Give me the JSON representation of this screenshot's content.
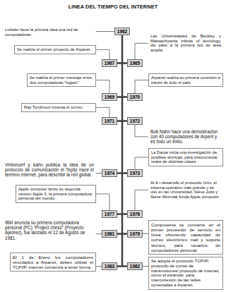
{
  "diagram": {
    "title": "LINEA DEL TIEMPO DEL INTERNET",
    "nodes": [
      {
        "text": [
          "Lickider tiene la primera idea una red de computadoras."
        ]
      },
      {
        "text": [
          "1962"
        ]
      },
      {
        "text": [
          "Las Universidades de Beckley y Massachusetts intitute of tecnology, dio paso a la primera red de área amplia."
        ]
      },
      {
        "text": [
          "Se realiza el primer proyecto de Arpanet."
        ]
      },
      {
        "text": [
          "1967"
        ]
      },
      {
        "text": [
          "1965"
        ]
      },
      {
        "text": [
          "Se realiza el primer mensaje entre dos computadoras \"logwin\"."
        ]
      },
      {
        "text": [
          "Arpanet realiza su primera conexión a través de todo el país."
        ]
      },
      {
        "text": [
          "1969"
        ]
      },
      {
        "text": [
          "1970"
        ]
      },
      {
        "text": [
          "Ray Tomlinson inventa el correo."
        ]
      },
      {
        "text": [
          "1971"
        ]
      },
      {
        "text": [
          "1972"
        ]
      },
      {
        "text": [
          "Bob Nahn hace una demostración con 40 computadores de Arpent y es todo un éxito."
        ]
      },
      {
        "text": [
          "La Darpa inicia una investigación de posibles técnicas, para interconectar redes de distintas clases."
        ]
      },
      {
        "text": [
          "Vintoncerf y kahn publica la idea de un protocolo de comunicación el Teplip nace el termino internet, para describir la red global."
        ]
      },
      {
        "text": [
          "1974"
        ]
      },
      {
        "text": [
          "1973"
        ]
      },
      {
        "text": [
          "At & t desarrollo el protocolo Unix, el sistema operativo más grande y se usó en las Universidad. Steve Jobs y Steve Wozniak funda Apple computer."
        ]
      },
      {
        "text": [
          "Apple computer lanzo su segunda versión Apple II, la primera computadora personal del mundo."
        ]
      },
      {
        "text": [
          "1977"
        ]
      },
      {
        "text": [
          "1976"
        ]
      },
      {
        "text": [
          "IBM anuncia su primera computadora personal (PC) \"Project chess\" (Proyecto Ajedrez), fue lanzado el 12 de Agosto de 1981."
        ]
      },
      {
        "text": [
          "Compuserve se convierte en el primer proveedor de servicio en línea ofreciendo capacidad de correo electrónico mail y soporte técnico, para usuarios de computadores personal."
        ]
      },
      {
        "text": [
          "1981"
        ]
      },
      {
        "text": [
          "1979"
        ]
      },
      {
        "text": [
          "El 1 de Enero los computadores vinculados a Arpanet, deben utilizar el TCP/IP, internet comienza a tener forma."
        ]
      },
      {
        "text": [
          "Se adopta el protocolo TCP/IP, protocolo de correo de transmisiones/ protocolo de internet, como el estándar, para interconexión de las redes conectadas a Arpanet."
        ]
      },
      {
        "text": [
          "1983"
        ]
      },
      {
        "text": [
          "1982"
        ]
      }
    ],
    "edges": [
      {
        "from": 0,
        "to": 1,
        "arrow": "none"
      },
      {
        "from": 2,
        "to": 5,
        "arrow": "none"
      },
      {
        "from": 3,
        "to": 4,
        "arrow": "none"
      },
      {
        "from": 6,
        "to": 8,
        "arrow": "none"
      },
      {
        "from": 7,
        "to": 9,
        "arrow": "none"
      },
      {
        "from": 10,
        "to": 11,
        "arrow": "none"
      },
      {
        "from": 13,
        "to": 12,
        "arrow": "none"
      },
      {
        "from": 14,
        "to": 17,
        "arrow": "none"
      },
      {
        "from": 15,
        "to": 16,
        "arrow": "none"
      },
      {
        "from": 18,
        "to": 21,
        "arrow": "none"
      },
      {
        "from": 19,
        "to": 20,
        "arrow": "none"
      },
      {
        "from": 22,
        "to": 24,
        "arrow": "none"
      },
      {
        "from": 23,
        "to": 25,
        "arrow": "none"
      },
      {
        "from": 26,
        "to": 28,
        "arrow": "none"
      },
      {
        "from": 27,
        "to": 29,
        "arrow": "none"
      }
    ]
  }
}
